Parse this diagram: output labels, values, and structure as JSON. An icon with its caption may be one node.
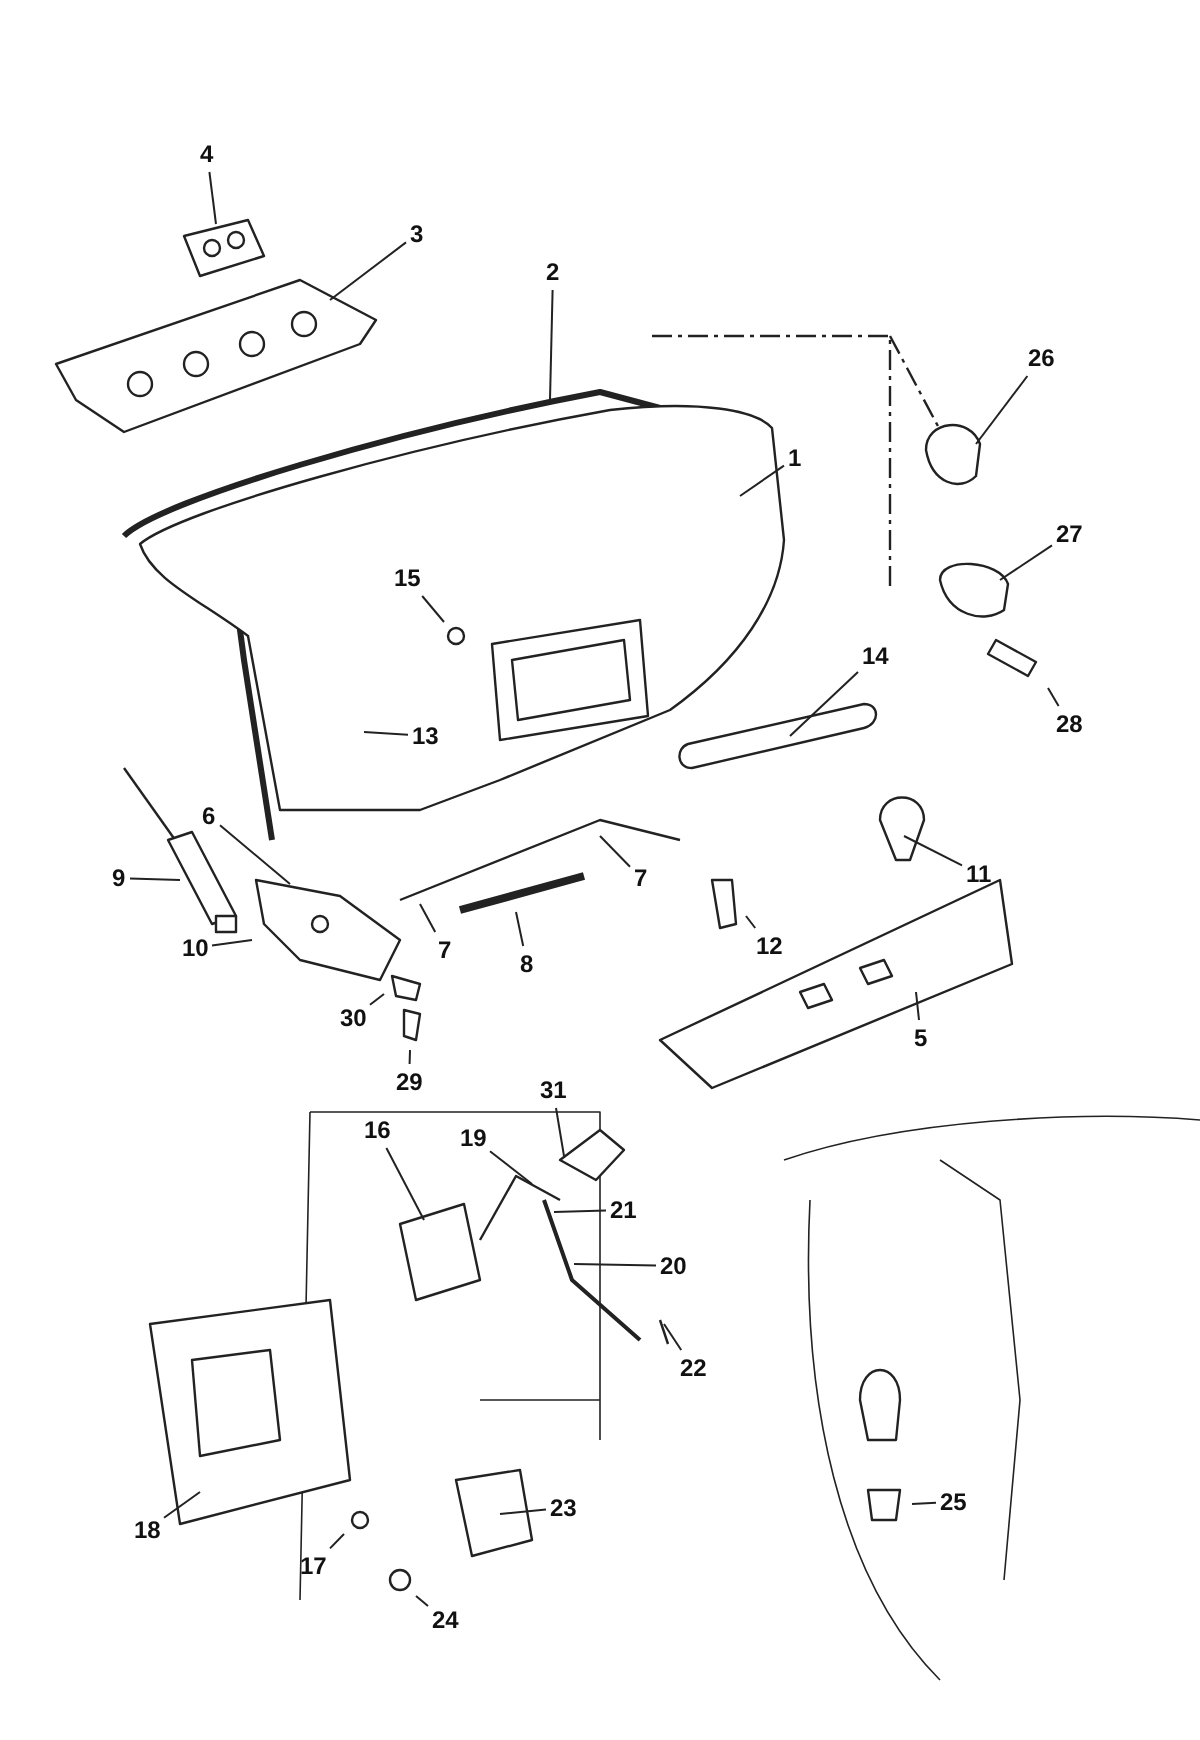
{
  "diagram": {
    "nodes": [
      {
        "text": [
          "4"
        ]
      },
      {
        "text": [
          "3"
        ]
      },
      {
        "text": [
          "2"
        ]
      },
      {
        "text": [
          "1"
        ]
      },
      {
        "text": [
          "26"
        ]
      },
      {
        "text": [
          "27"
        ]
      },
      {
        "text": [
          "15"
        ]
      },
      {
        "text": [
          "28"
        ]
      },
      {
        "text": [
          "14"
        ]
      },
      {
        "text": [
          "13"
        ]
      },
      {
        "text": [
          "6"
        ]
      },
      {
        "text": [
          "9"
        ]
      },
      {
        "text": [
          "7"
        ]
      },
      {
        "text": [
          "11"
        ]
      },
      {
        "text": [
          "12"
        ]
      },
      {
        "text": [
          "10"
        ]
      },
      {
        "text": [
          "7"
        ]
      },
      {
        "text": [
          "8"
        ]
      },
      {
        "text": [
          "30"
        ]
      },
      {
        "text": [
          "5"
        ]
      },
      {
        "text": [
          "29"
        ]
      },
      {
        "text": [
          "31"
        ]
      },
      {
        "text": [
          "16"
        ]
      },
      {
        "text": [
          "19"
        ]
      },
      {
        "text": [
          "21"
        ]
      },
      {
        "text": [
          "20"
        ]
      },
      {
        "text": [
          "22"
        ]
      },
      {
        "text": [
          "23"
        ]
      },
      {
        "text": [
          "18"
        ]
      },
      {
        "text": [
          "17"
        ]
      },
      {
        "text": [
          "24"
        ]
      },
      {
        "text": [
          "25"
        ]
      }
    ],
    "edges": [
      {
        "from": 0,
        "to": null,
        "arrow": "none"
      },
      {
        "from": 1,
        "to": null,
        "arrow": "none"
      },
      {
        "from": 2,
        "to": null,
        "arrow": "none"
      },
      {
        "from": 3,
        "to": null,
        "arrow": "none"
      },
      {
        "from": 4,
        "to": null,
        "arrow": "none"
      },
      {
        "from": 5,
        "to": null,
        "arrow": "none"
      },
      {
        "from": 6,
        "to": null,
        "arrow": "none"
      },
      {
        "from": 7,
        "to": null,
        "arrow": "none"
      },
      {
        "from": 8,
        "to": null,
        "arrow": "none"
      },
      {
        "from": 9,
        "to": null,
        "arrow": "none"
      },
      {
        "from": 10,
        "to": null,
        "arrow": "none"
      },
      {
        "from": 11,
        "to": null,
        "arrow": "none"
      },
      {
        "from": 12,
        "to": null,
        "arrow": "none"
      },
      {
        "from": 13,
        "to": null,
        "arrow": "none"
      },
      {
        "from": 14,
        "to": null,
        "arrow": "none"
      },
      {
        "from": 15,
        "to": null,
        "arrow": "none"
      },
      {
        "from": 16,
        "to": null,
        "arrow": "none"
      },
      {
        "from": 17,
        "to": null,
        "arrow": "none"
      },
      {
        "from": 18,
        "to": null,
        "arrow": "none"
      },
      {
        "from": 19,
        "to": null,
        "arrow": "none"
      },
      {
        "from": 20,
        "to": null,
        "arrow": "none"
      },
      {
        "from": 21,
        "to": null,
        "arrow": "none"
      },
      {
        "from": 22,
        "to": null,
        "arrow": "none"
      },
      {
        "from": 23,
        "to": null,
        "arrow": "none"
      },
      {
        "from": 24,
        "to": null,
        "arrow": "none"
      },
      {
        "from": 25,
        "to": null,
        "arrow": "none"
      },
      {
        "from": 26,
        "to": null,
        "arrow": "none"
      },
      {
        "from": 27,
        "to": null,
        "arrow": "none"
      },
      {
        "from": 28,
        "to": null,
        "arrow": "none"
      },
      {
        "from": 29,
        "to": null,
        "arrow": "none"
      },
      {
        "from": 30,
        "to": null,
        "arrow": "none"
      },
      {
        "from": 31,
        "to": null,
        "arrow": "none"
      }
    ]
  }
}
